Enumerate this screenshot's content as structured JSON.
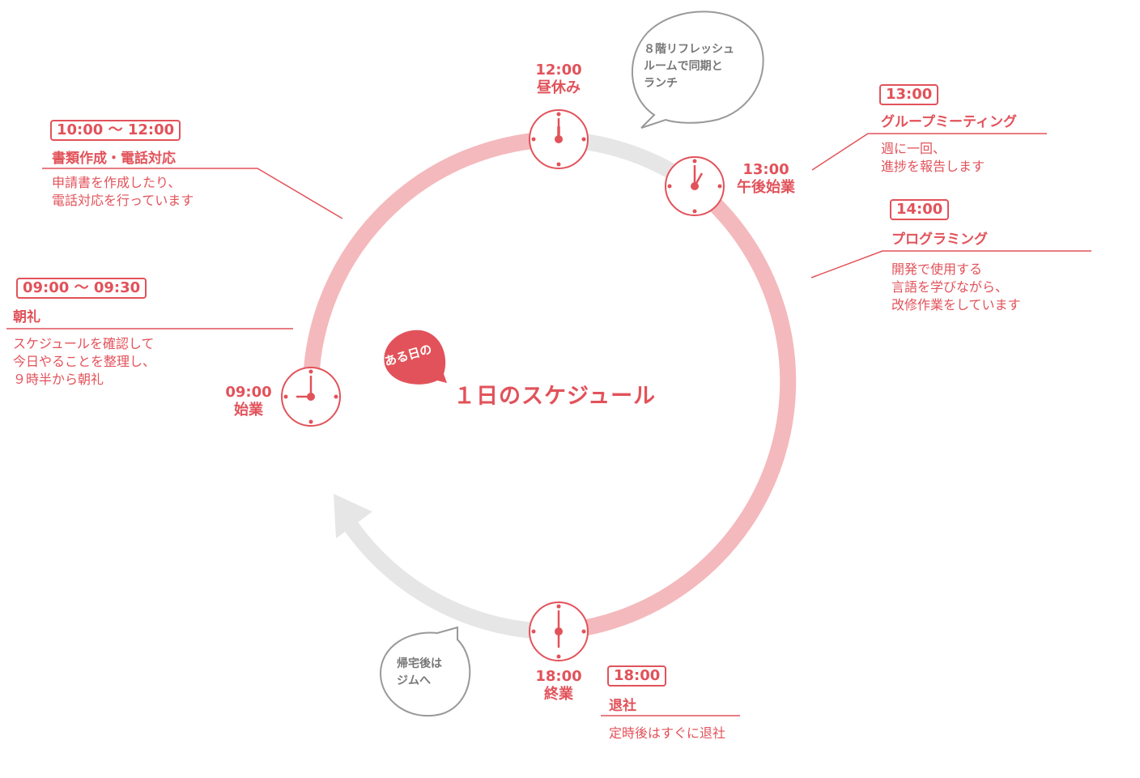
{
  "title": {
    "tag": "ある日の",
    "main": "１日のスケジュール"
  },
  "colors": {
    "accent": "#e2525a",
    "ring_pink": "#f4b9bc",
    "ring_gray": "#e6e6e6",
    "bubble_stroke": "#999999"
  },
  "clocks": {
    "start": {
      "time": "09:00",
      "label": "始業"
    },
    "lunch": {
      "time": "12:00",
      "label": "昼休み"
    },
    "afternoon": {
      "time": "13:00",
      "label": "午後始業"
    },
    "end": {
      "time": "18:00",
      "label": "終業"
    }
  },
  "events": {
    "morning_meeting": {
      "time": "09:00 〜 09:30",
      "title": "朝礼",
      "desc": [
        "スケジュールを確認して",
        "今日やることを整理し、",
        "９時半から朝礼"
      ]
    },
    "documents": {
      "time": "10:00 〜 12:00",
      "title": "書類作成・電話対応",
      "desc": [
        "申請書を作成したり、",
        "電話対応を行っています"
      ]
    },
    "group_meeting": {
      "time": "13:00",
      "title": "グループミーティング",
      "desc": [
        "週に一回、",
        "進捗を報告します"
      ]
    },
    "programming": {
      "time": "14:00",
      "title": "プログラミング",
      "desc": [
        "開発で使用する",
        "言語を学びながら、",
        "改修作業をしています"
      ]
    },
    "leave": {
      "time": "18:00",
      "title": "退社",
      "desc": [
        "定時後はすぐに退社"
      ]
    }
  },
  "bubbles": {
    "lunch": [
      "８階リフレッシュ",
      "ルームで同期と",
      "ランチ"
    ],
    "gym": [
      "帰宅後は",
      "ジムへ"
    ]
  }
}
